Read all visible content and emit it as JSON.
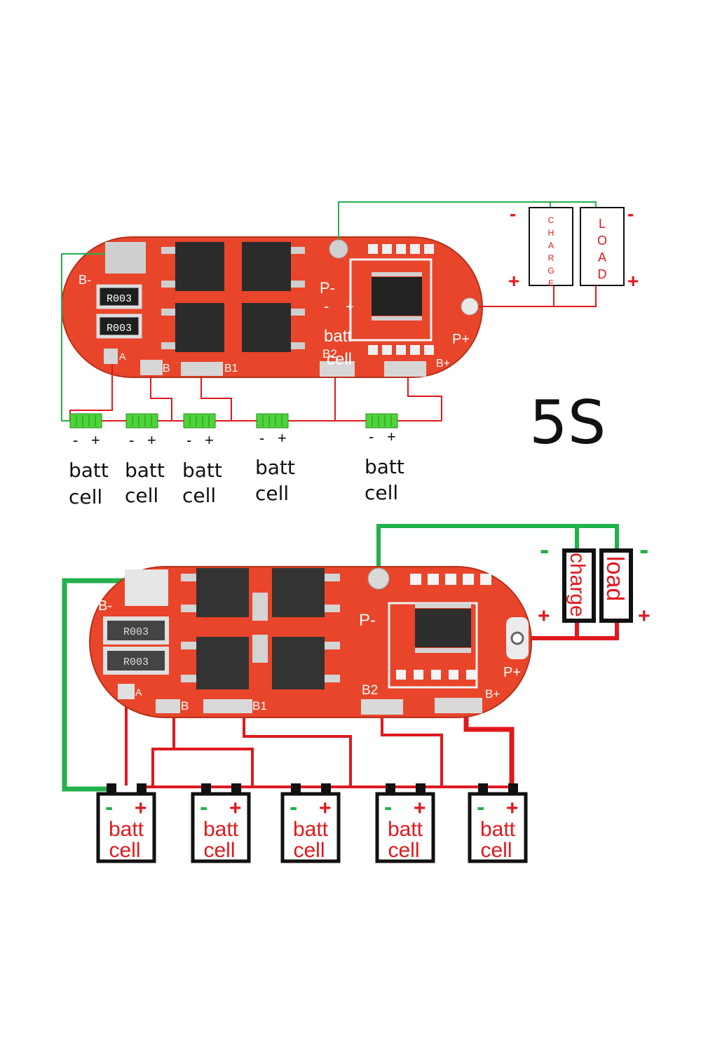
{
  "config_label": "5S",
  "colors": {
    "board": "#e8452b",
    "board_dark": "#c93420",
    "chip": "#2b2b2b",
    "pad": "#d9d9d9",
    "wire_red": "#e0191e",
    "wire_green": "#22b14c",
    "wire_dark_green": "#1e8c3a",
    "cell_green": "#4dd43a",
    "ink": "#111111"
  },
  "top": {
    "board_labels": {
      "b_minus": "B-",
      "p_minus": "P-",
      "minus_sign": "-",
      "plus_sign": "+",
      "p_plus": "P+",
      "b_plus": "B+",
      "b2": "B2",
      "b1": "B1",
      "b": "B",
      "a": "A",
      "batt": "batt",
      "cell": "cell",
      "resistor": "R003"
    },
    "charge_letters": [
      "C",
      "H",
      "A",
      "R",
      "G",
      "E"
    ],
    "load_letters": [
      "L",
      "O",
      "A",
      "D"
    ],
    "charge_minus": "-",
    "load_minus": "-",
    "charge_plus": "+",
    "load_plus": "+",
    "cells": [
      {
        "minus": "-",
        "plus": "+",
        "batt": "batt",
        "cell": "cell"
      },
      {
        "minus": "-",
        "plus": "+",
        "batt": "batt",
        "cell": "cell"
      },
      {
        "minus": "-",
        "plus": "+",
        "batt": "batt",
        "cell": "cell"
      },
      {
        "minus": "-",
        "plus": "+",
        "batt": "batt",
        "cell": "cell"
      },
      {
        "minus": "-",
        "plus": "+",
        "batt": "batt",
        "cell": "cell"
      }
    ]
  },
  "bottom": {
    "board_labels": {
      "b_minus": "B-",
      "p_minus": "P-",
      "p_plus": "P+",
      "b_plus": "B+",
      "b2": "B2",
      "b1": "B1",
      "b": "B",
      "a": "A",
      "resistor": "R003"
    },
    "charge_text": "charge",
    "load_text": "load",
    "charge_minus": "-",
    "load_minus": "-",
    "charge_plus": "+",
    "load_plus": "+",
    "cells": [
      {
        "minus": "-",
        "plus": "+",
        "batt": "batt",
        "cell": "cell"
      },
      {
        "minus": "-",
        "plus": "+",
        "batt": "batt",
        "cell": "cell"
      },
      {
        "minus": "-",
        "plus": "+",
        "batt": "batt",
        "cell": "cell"
      },
      {
        "minus": "-",
        "plus": "+",
        "batt": "batt",
        "cell": "cell"
      },
      {
        "minus": "-",
        "plus": "+",
        "batt": "batt",
        "cell": "cell"
      }
    ]
  }
}
